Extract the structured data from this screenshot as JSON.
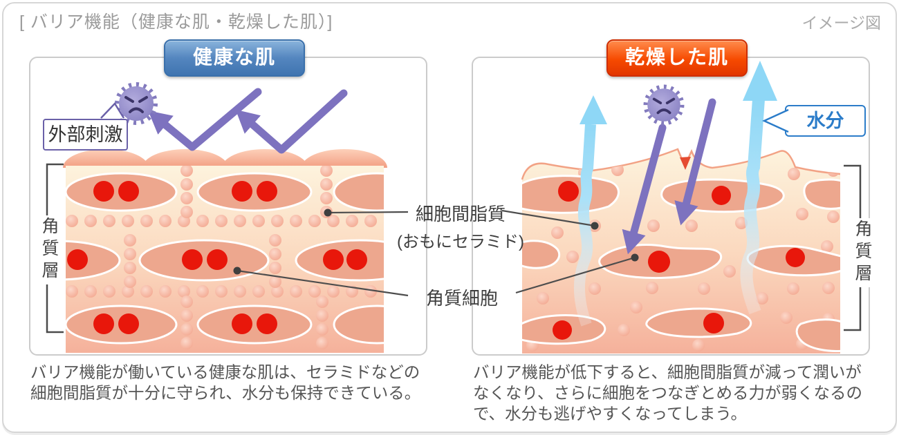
{
  "header": {
    "title": "[ バリア機能（健康な肌・乾燥した肌）]",
    "note": "イメージ図"
  },
  "healthy_panel": {
    "badge": "健康な肌",
    "stimulus_bubble": "外部刺激",
    "layer_label": "角質層",
    "caption_lines": [
      "バリア機能が働いている健康な肌は、セラミドなどの",
      "細胞間脂質が十分に守られ、水分も保持できている。"
    ]
  },
  "dry_panel": {
    "badge": "乾燥した肌",
    "moisture_bubble": "水分",
    "layer_label": "角質層",
    "caption_lines": [
      "バリア機能が低下すると、細胞間脂質が減って潤いが",
      "なくなり、さらに細胞をつなぎとめる力が弱くなるの",
      "で、水分も逃げやすくなってしまう。"
    ]
  },
  "shared_labels": {
    "lipid_line1": "細胞間脂質",
    "lipid_line2": "(おもにセラミド)",
    "cell_label": "角質細胞"
  },
  "colors": {
    "healthy_badge_blue": "#4a7fba",
    "dry_badge_red": "#f04000",
    "stimulus_purple": "#7d72bf",
    "moisture_cyan": "#8ed7f6",
    "moisture_label_blue": "#2b7cc9",
    "stimulus_bubble_border": "#6a60a8",
    "nucleus_red": "#e8170b",
    "cell_salmon": "#eda78e",
    "header_gray": "#9a9a9a"
  }
}
